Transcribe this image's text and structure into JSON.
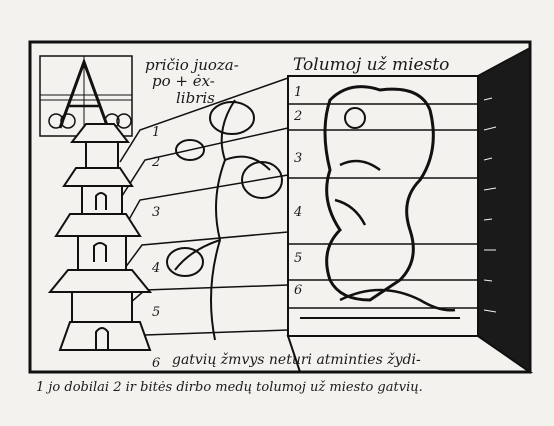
{
  "monogram": {
    "letter": "A",
    "text_lines": [
      "pričio juoza-",
      "po + ėx-",
      "libris"
    ]
  },
  "header_title": "Tolumoj už miesto",
  "left_numbers": [
    "1",
    "2",
    "3",
    "4",
    "5",
    "6"
  ],
  "right_numbers": [
    "1",
    "2",
    "3",
    "4",
    "5",
    "6"
  ],
  "caption_line1": "gatvių žmvys neturi atminties žydi-",
  "caption_line2": "1 jo dobilai 2 ir bitės dirbo medų tolumoj už miesto gatvių."
}
